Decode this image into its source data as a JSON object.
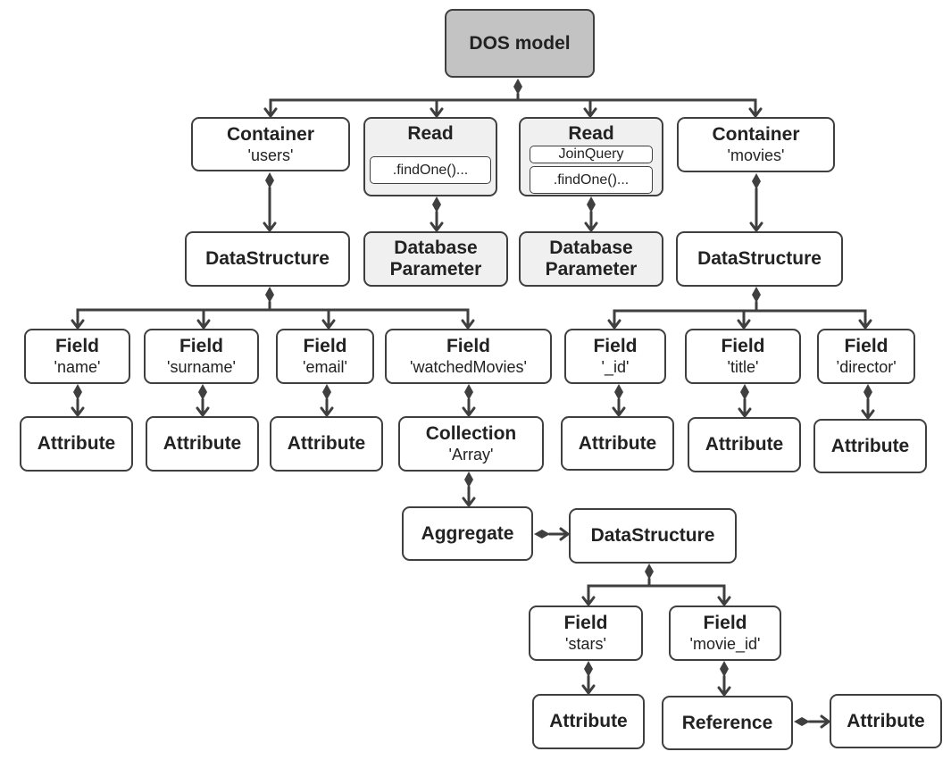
{
  "diagram": {
    "root": {
      "title": "DOS model"
    },
    "container_users": {
      "title": "Container",
      "sub": "'users'"
    },
    "read1": {
      "title": "Read",
      "method": ".findOne()..."
    },
    "read2": {
      "title": "Read",
      "join": "JoinQuery",
      "method": ".findOne()..."
    },
    "container_movies": {
      "title": "Container",
      "sub": "'movies'"
    },
    "ds_users": {
      "title": "DataStructure"
    },
    "dbparam1": {
      "line1": "Database",
      "line2": "Parameter"
    },
    "dbparam2": {
      "line1": "Database",
      "line2": "Parameter"
    },
    "ds_movies": {
      "title": "DataStructure"
    },
    "field_name": {
      "title": "Field",
      "sub": "'name'"
    },
    "field_surname": {
      "title": "Field",
      "sub": "'surname'"
    },
    "field_email": {
      "title": "Field",
      "sub": "'email'"
    },
    "field_watched": {
      "title": "Field",
      "sub": "'watchedMovies'"
    },
    "field_id": {
      "title": "Field",
      "sub": "'_id'"
    },
    "field_title": {
      "title": "Field",
      "sub": "'title'"
    },
    "field_director": {
      "title": "Field",
      "sub": "’director'"
    },
    "attr_name": {
      "title": "Attribute"
    },
    "attr_surname": {
      "title": "Attribute"
    },
    "attr_email": {
      "title": "Attribute"
    },
    "collection": {
      "title": "Collection",
      "sub": "'Array'"
    },
    "attr_id": {
      "title": "Attribute"
    },
    "attr_title": {
      "title": "Attribute"
    },
    "attr_director": {
      "title": "Attribute"
    },
    "aggregate": {
      "title": "Aggregate"
    },
    "ds_agg": {
      "title": "DataStructure"
    },
    "field_stars": {
      "title": "Field",
      "sub": "'stars'"
    },
    "field_movie_id": {
      "title": "Field",
      "sub": "'movie_id'"
    },
    "attr_stars": {
      "title": "Attribute"
    },
    "reference": {
      "title": "Reference"
    },
    "attr_ref": {
      "title": "Attribute"
    }
  },
  "colors": {
    "line": "#3f3f3f",
    "root_fill": "#c3c3c3",
    "read_fill": "#f0f0f0"
  }
}
